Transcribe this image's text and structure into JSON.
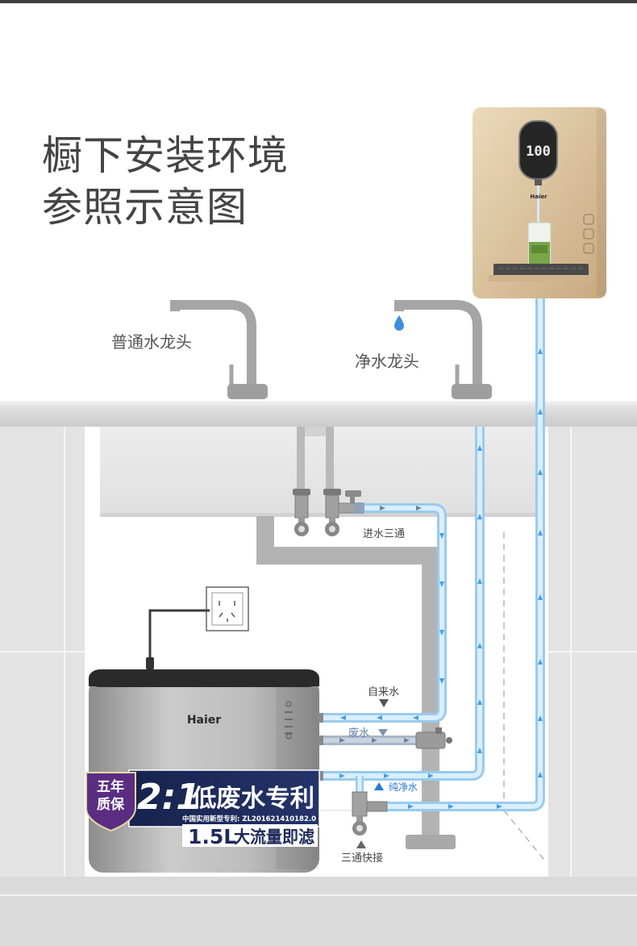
{
  "title": {
    "line1": "橱下安装环境",
    "line2": "参照示意图"
  },
  "labels": {
    "normal_faucet": "普通水龙头",
    "clean_faucet": "净水龙头",
    "inlet_tee": "进水三通",
    "tap_water": "自来水",
    "waste_water": "废水",
    "pure_water": "纯净水",
    "tee_connector": "三通快接"
  },
  "dispenser": {
    "brand": "Haier",
    "display": "100"
  },
  "purifier": {
    "brand": "Haier"
  },
  "badge": {
    "warranty_line1": "五年",
    "warranty_line2": "质保",
    "ratio": "2:1",
    "headline": "低废水专利",
    "patent": "中国实用新型专利: ZL201621410182.0",
    "flow": "1.5L",
    "flow_label": "大流量即滤"
  },
  "colors": {
    "clean_pipe": "#b3dbf5",
    "waste_pipe": "#a9b8cc",
    "drain_pipe": "#b3b3b3",
    "badge_navy": "#1d2a5b",
    "badge_purple": "#5a2d82",
    "dispenser_gold": "#d9c09a",
    "water_drop": "#3d8fdc"
  }
}
